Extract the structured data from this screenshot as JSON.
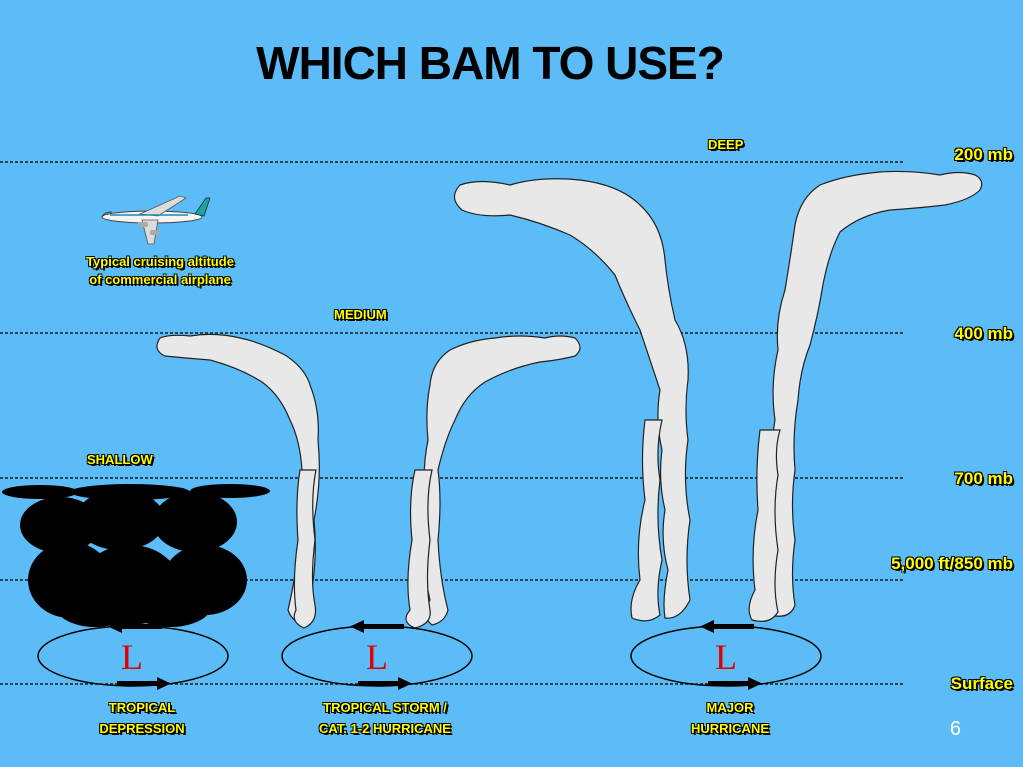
{
  "title": "WHICH BAM TO USE?",
  "levels": {
    "l200": "200 mb",
    "l400": "400 mb",
    "l700": "700 mb",
    "l850": "5,000 ft/850 mb",
    "surface": "Surface"
  },
  "depths": {
    "deep": "DEEP",
    "medium": "MEDIUM",
    "shallow": "SHALLOW"
  },
  "airplane": {
    "line1": "Typical cruising altitude",
    "line2": "of commercial airplane",
    "icon": "airplane-icon"
  },
  "systems": [
    {
      "label1": "TROPICAL",
      "label2": "DEPRESSION",
      "low": "L"
    },
    {
      "label1": "TROPICAL STORM /",
      "label2": "CAT. 1-2 HURRICANE",
      "low": "L"
    },
    {
      "label1": "MAJOR",
      "label2": "HURRICANE",
      "low": "L"
    }
  ],
  "page_number": "6",
  "colors": {
    "background": "#5bbcf8",
    "label_yellow": "#ffff00",
    "low_red": "#e00000",
    "cloud_light": "#e8e8e8",
    "cloud_shallow": "#000000"
  }
}
